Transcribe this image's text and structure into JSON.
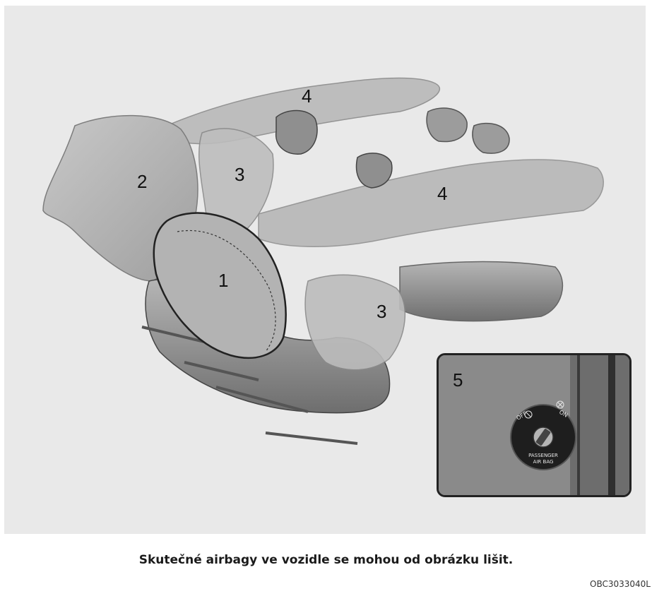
{
  "figure": {
    "callouts": {
      "c1": "1",
      "c2": "2",
      "c3a": "3",
      "c3b": "3",
      "c4a": "4",
      "c4b": "4",
      "c5": "5"
    },
    "switch": {
      "off_label": "OFF",
      "on_label": "ON",
      "line1": "PASSENGER",
      "line2": "AIR BAG"
    }
  },
  "caption": "Skutečné airbagy ve vozidle se mohou od obrázku lišit.",
  "figure_code": "OBC3033040L"
}
